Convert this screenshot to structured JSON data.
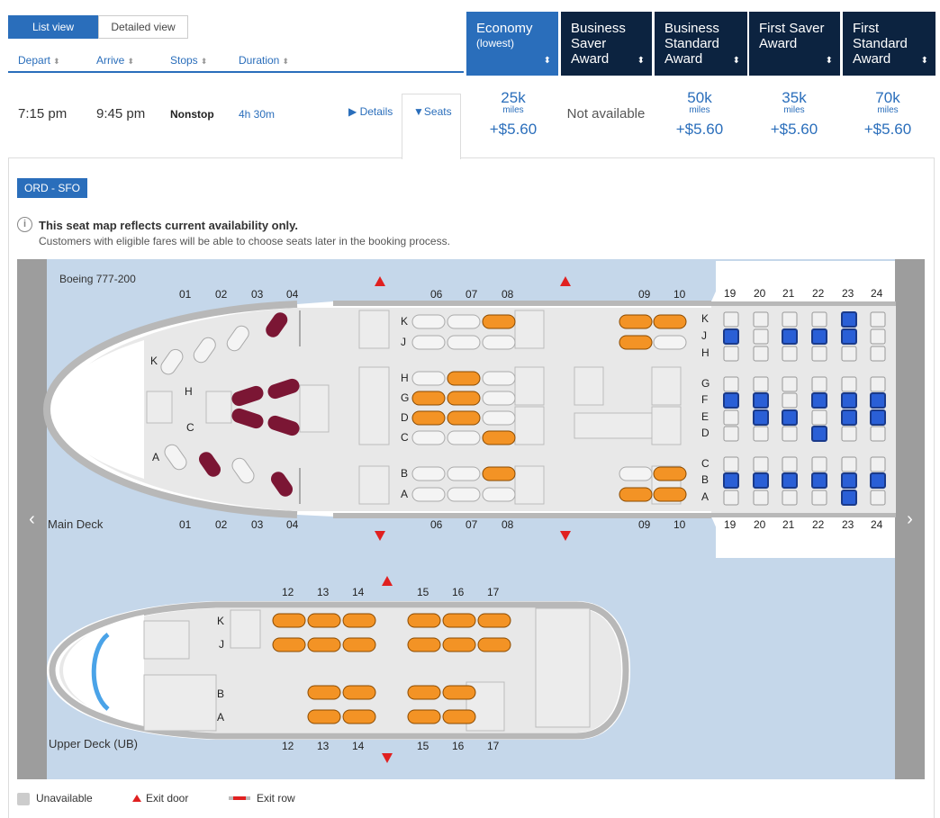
{
  "view_toggle": {
    "list": "List view",
    "detailed": "Detailed view"
  },
  "sort_headers": [
    "Depart",
    "Arrive",
    "Stops",
    "Duration"
  ],
  "fare_columns": [
    {
      "title": "Economy",
      "sub": "(lowest)"
    },
    {
      "title": "Business Saver Award",
      "sub": ""
    },
    {
      "title": "Business Standard Award",
      "sub": ""
    },
    {
      "title": "First Saver Award",
      "sub": ""
    },
    {
      "title": "First Standard Award",
      "sub": ""
    }
  ],
  "flight": {
    "depart": "7:15 pm",
    "arrive": "9:45 pm",
    "stops": "Nonstop",
    "duration": "4h 30m",
    "details_link": "Details",
    "seats_link": "Seats"
  },
  "prices": [
    {
      "miles": "25k",
      "unit": "miles",
      "fee": "+$5.60"
    },
    {
      "miles": "",
      "unit": "",
      "fee": "",
      "na": "Not available"
    },
    {
      "miles": "50k",
      "unit": "miles",
      "fee": "+$5.60"
    },
    {
      "miles": "35k",
      "unit": "miles",
      "fee": "+$5.60"
    },
    {
      "miles": "70k",
      "unit": "miles",
      "fee": "+$5.60"
    }
  ],
  "route": "ORD - SFO",
  "notice": {
    "title": "This seat map reflects current availability only.",
    "body": "Customers with eligible fares will be able to choose seats later in the booking process."
  },
  "aircraft": "Boeing 777-200",
  "main_deck": {
    "label": "Main Deck",
    "rows_first": [
      "01",
      "02",
      "03",
      "04"
    ],
    "rows_business": [
      "06",
      "07",
      "08"
    ],
    "rows_business2": [
      "09",
      "10"
    ],
    "rows_economy": [
      "19",
      "20",
      "21",
      "22",
      "23",
      "24"
    ],
    "letters_economy": [
      "K",
      "J",
      "H",
      "G",
      "F",
      "E",
      "D",
      "C",
      "B",
      "A"
    ],
    "letters_first": [
      "K",
      "H",
      "C",
      "A"
    ],
    "letters_business": [
      "K",
      "J",
      "H",
      "G",
      "D",
      "C",
      "B",
      "A"
    ]
  },
  "upper_deck": {
    "label": "Upper Deck (UB)",
    "rows": [
      "12",
      "13",
      "14",
      "15",
      "16",
      "17"
    ],
    "letters": [
      "K",
      "J",
      "B",
      "A"
    ]
  },
  "legend": {
    "unavailable": "Unavailable",
    "exit_door": "Exit door",
    "exit_row": "Exit row"
  },
  "colors": {
    "brand_blue": "#2a6ebb",
    "navy": "#0c2340",
    "seat_available": "#2a5fd6",
    "seat_orange": "#f39325",
    "seat_first": "#7b1634",
    "map_bg": "#c5d7ea"
  }
}
